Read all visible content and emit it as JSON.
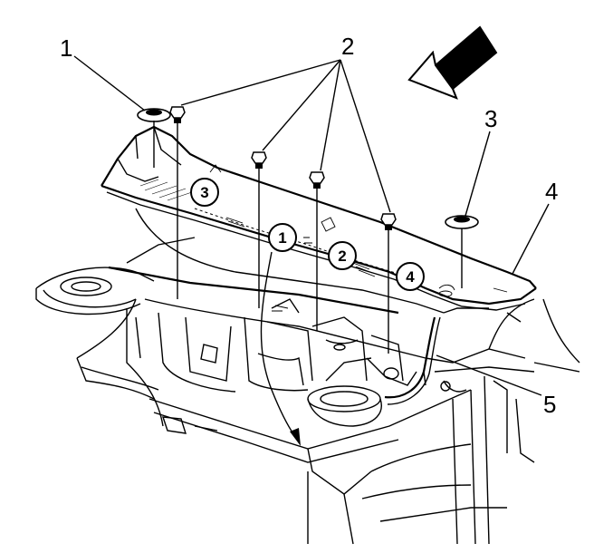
{
  "callouts": {
    "c1": "1",
    "c2": "2",
    "c3": "3",
    "c4": "4",
    "c5": "5"
  },
  "sequence": {
    "s1": "1",
    "s2": "2",
    "s3": "3",
    "s4": "4"
  },
  "direction_arrow": "front-arrow-icon"
}
